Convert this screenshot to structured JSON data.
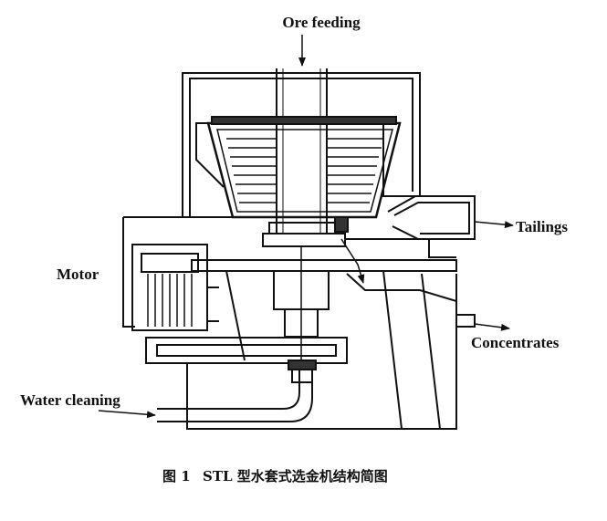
{
  "labels": {
    "ore_feeding": "Ore feeding",
    "tailings": "Tailings",
    "motor": "Motor",
    "concentrates": "Concentrates",
    "water_cleaning": "Water cleaning"
  },
  "caption": {
    "figure_no": "图 1",
    "text": "STL 型水套式选金机结构简图"
  },
  "colors": {
    "ink": "#111111",
    "background": "#ffffff",
    "shade": "#333333"
  }
}
